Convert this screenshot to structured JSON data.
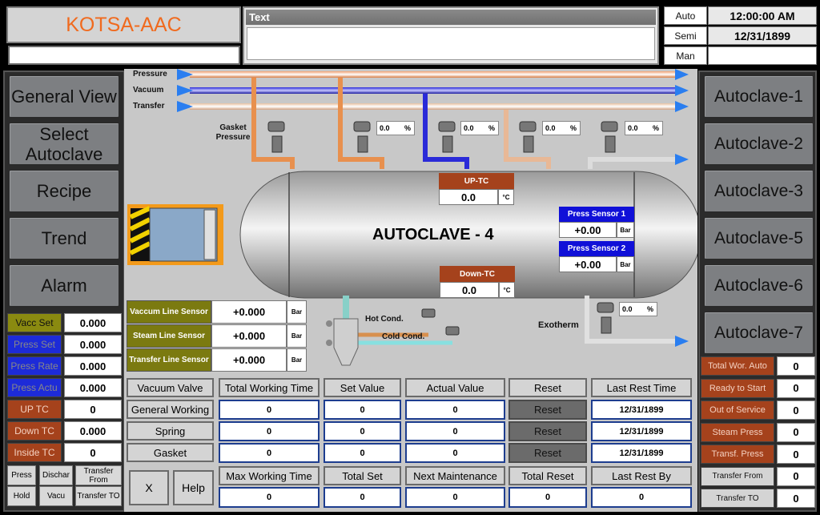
{
  "header": {
    "title": "KOTSA-AAC",
    "text_panel_label": "Text",
    "modes": [
      "Auto",
      "Semi",
      "Man"
    ],
    "time": "12:00:00 AM",
    "date": "12/31/1899"
  },
  "left_nav": [
    "General View",
    "Select Autoclave",
    "Recipe",
    "Trend",
    "Alarm"
  ],
  "left_params": [
    {
      "label": "Vacc Set",
      "value": "0.000",
      "color": "#8a8a10",
      "text_color": "#111"
    },
    {
      "label": "Press Set",
      "value": "0.000",
      "color": "#1d2bd8",
      "text_color": "#888"
    },
    {
      "label": "Press Rate",
      "value": "0.000",
      "color": "#1d2bd8",
      "text_color": "#888"
    },
    {
      "label": "Press Actu",
      "value": "0.000",
      "color": "#1d2bd8",
      "text_color": "#888"
    },
    {
      "label": "UP TC",
      "value": "0",
      "color": "#a5421c",
      "text_color": "#f4d0c0"
    },
    {
      "label": "Down TC",
      "value": "0.000",
      "color": "#a5421c",
      "text_color": "#f4d0c0"
    },
    {
      "label": "Inside TC",
      "value": "0",
      "color": "#a5421c",
      "text_color": "#f4d0c0"
    }
  ],
  "left_small_buttons": [
    "Press",
    "Dischar",
    "Transfer From",
    "Hold",
    "Vacu",
    "Transfer TO"
  ],
  "right_nav": [
    "Autoclave-1",
    "Autoclave-2",
    "Autoclave-3",
    "Autoclave-5",
    "Autoclave-6",
    "Autoclave-7"
  ],
  "right_params": [
    {
      "label": "Total Wor. Auto",
      "value": "0",
      "color": "#a5421c"
    },
    {
      "label": "Ready to Start",
      "value": "0",
      "color": "#a5421c"
    },
    {
      "label": "Out of Service",
      "value": "0",
      "color": "#a5421c"
    },
    {
      "label": "Steam Press",
      "value": "0",
      "color": "#a5421c"
    },
    {
      "label": "Transf. Press",
      "value": "0",
      "color": "#a5421c"
    },
    {
      "label": "Transfer From",
      "value": "0",
      "color": "#d4d4d4"
    },
    {
      "label": "Transfer TO",
      "value": "0",
      "color": "#d4d4d4"
    }
  ],
  "diagram": {
    "lines": [
      "Pressure",
      "Vacuum",
      "Transfer"
    ],
    "gasket_label": "Gasket Pressure",
    "valve_values": [
      "0.0",
      "0.0",
      "0.0",
      "0.0",
      "0.0"
    ],
    "percent": "%",
    "exotherm_value": "0.0",
    "exotherm_label": "Exotherm",
    "autoclave_name": "AUTOCLAVE - 4",
    "up_tc_label": "UP-TC",
    "up_tc_value": "0.0",
    "down_tc_label": "Down-TC",
    "down_tc_value": "0.0",
    "temp_unit": "°C",
    "press_sensor_1_label": "Press Sensor 1",
    "press_sensor_1_value": "+0.00",
    "press_sensor_2_label": "Press Sensor 2",
    "press_sensor_2_value": "+0.00",
    "bar_unit": "Bar",
    "hot_cond": "Hot Cond.",
    "cold_cond": "Cold Cond.",
    "sensors": [
      {
        "label": "Vaccum Line Sensor",
        "value": "+0.000"
      },
      {
        "label": "Steam Line Sensor",
        "value": "+0.000"
      },
      {
        "label": "Transfer Line Sensor",
        "value": "+0.000"
      }
    ]
  },
  "table": {
    "row_labels": [
      "Vacuum Valve",
      "General Working",
      "Spring",
      "Gasket"
    ],
    "headers": [
      "Total Working Time",
      "Set Value",
      "Actual Value",
      "Reset",
      "Last Rest Time"
    ],
    "rows": [
      {
        "twt": "0",
        "set": "0",
        "actual": "0",
        "reset": "Reset",
        "last": "12/31/1899"
      },
      {
        "twt": "0",
        "set": "0",
        "actual": "0",
        "reset": "Reset",
        "last": "12/31/1899"
      },
      {
        "twt": "0",
        "set": "0",
        "actual": "0",
        "reset": "Reset",
        "last": "12/31/1899"
      }
    ],
    "headers2": [
      "Max Working Time",
      "Total Set",
      "Next Maintenance",
      "Total Reset",
      "Last Rest By"
    ],
    "row2": [
      "0",
      "0",
      "0",
      "0",
      "0"
    ],
    "x_label": "X",
    "help_label": "Help"
  }
}
